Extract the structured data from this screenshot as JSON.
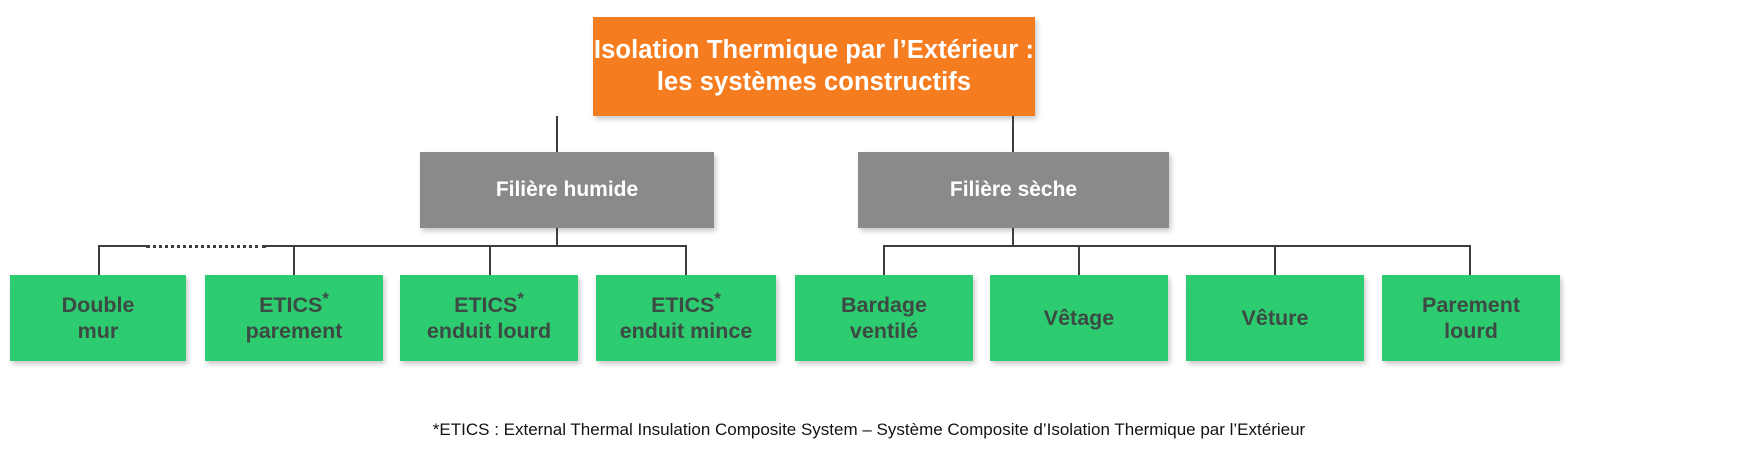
{
  "diagram": {
    "root": {
      "line1": "Isolation Thermique par l’Extérieur :",
      "line2": "les systèmes constructifs",
      "color": "#F57C1F"
    },
    "branches": [
      {
        "label": "Filière humide",
        "color": "#8A8A8A"
      },
      {
        "label": "Filière sèche",
        "color": "#8A8A8A"
      }
    ],
    "leaves": [
      {
        "line1": "Double",
        "star": "",
        "line2": "mur",
        "color": "#2ECC71",
        "branch": "Filière humide"
      },
      {
        "line1": "ETICS",
        "star": "*",
        "line2": "parement",
        "color": "#2ECC71",
        "branch": "Filière humide"
      },
      {
        "line1": "ETICS",
        "star": "*",
        "line2": "enduit lourd",
        "color": "#2ECC71",
        "branch": "Filière humide"
      },
      {
        "line1": "ETICS",
        "star": "*",
        "line2": "enduit mince",
        "color": "#2ECC71",
        "branch": "Filière humide"
      },
      {
        "line1": "Bardage",
        "star": "",
        "line2": "ventilé",
        "color": "#2ECC71",
        "branch": "Filière sèche"
      },
      {
        "line1": "Vêtage",
        "star": "",
        "line2": "",
        "color": "#2ECC71",
        "branch": "Filière sèche"
      },
      {
        "line1": "Vêture",
        "star": "",
        "line2": "",
        "color": "#2ECC71",
        "branch": "Filière sèche"
      },
      {
        "line1": "Parement",
        "star": "",
        "line2": "lourd",
        "color": "#2ECC71",
        "branch": "Filière sèche"
      }
    ],
    "footnote": "*ETICS : External Thermal Insulation Composite System – Système Composite d’Isolation Thermique par l’Extérieur"
  }
}
